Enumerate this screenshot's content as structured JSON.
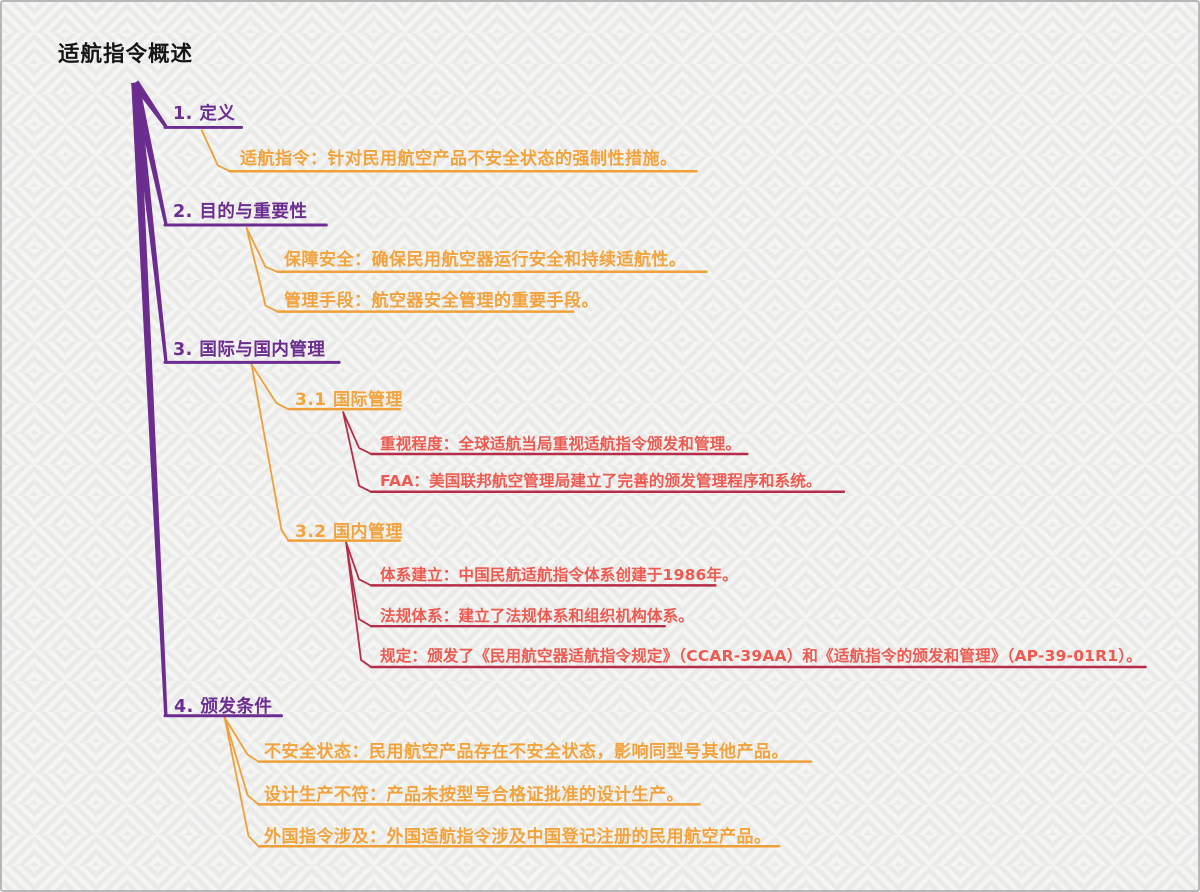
{
  "title": "适航指令概述",
  "branches": [
    {
      "label": "1. 定义",
      "children": [
        {
          "label": "适航指令：针对民用航空产品不安全状态的强制性措施。"
        }
      ]
    },
    {
      "label": "2. 目的与重要性",
      "children": [
        {
          "label": "保障安全：确保民用航空器运行安全和持续适航性。"
        },
        {
          "label": "管理手段：航空器安全管理的重要手段。"
        }
      ]
    },
    {
      "label": "3. 国际与国内管理",
      "children": [
        {
          "label": "3.1 国际管理",
          "children": [
            {
              "label": "重视程度：全球适航当局重视适航指令颁发和管理。"
            },
            {
              "label": "FAA：美国联邦航空管理局建立了完善的颁发管理程序和系统。"
            }
          ]
        },
        {
          "label": "3.2 国内管理",
          "children": [
            {
              "label": "体系建立：中国民航适航指令体系创建于1986年。"
            },
            {
              "label": "法规体系：建立了法规体系和组织机构体系。"
            },
            {
              "label": "规定：颁发了《民用航空器适航指令规定》（CCAR-39AA）和《适航指令的颁发和管理》（AP-39-01R1）。"
            }
          ]
        }
      ]
    },
    {
      "label": "4. 颁发条件",
      "children": [
        {
          "label": "不安全状态：民用航空产品存在不安全状态，影响同型号其他产品。"
        },
        {
          "label": "设计生产不符：产品未按型号合格证批准的设计生产。"
        },
        {
          "label": "外国指令涉及：外国适航指令涉及中国登记注册的民用航空产品。"
        }
      ]
    }
  ],
  "colors": {
    "level1_purple": "#6C2D91",
    "level2_orange": "#F2A33B",
    "level3_text_red": "#EE5A50",
    "level3_line_crimson": "#B52D49",
    "title_black": "#151515",
    "background": "#F5F5F4",
    "pattern_stripe": "#EAEAE9",
    "border_gray": "#B7B7B7"
  }
}
